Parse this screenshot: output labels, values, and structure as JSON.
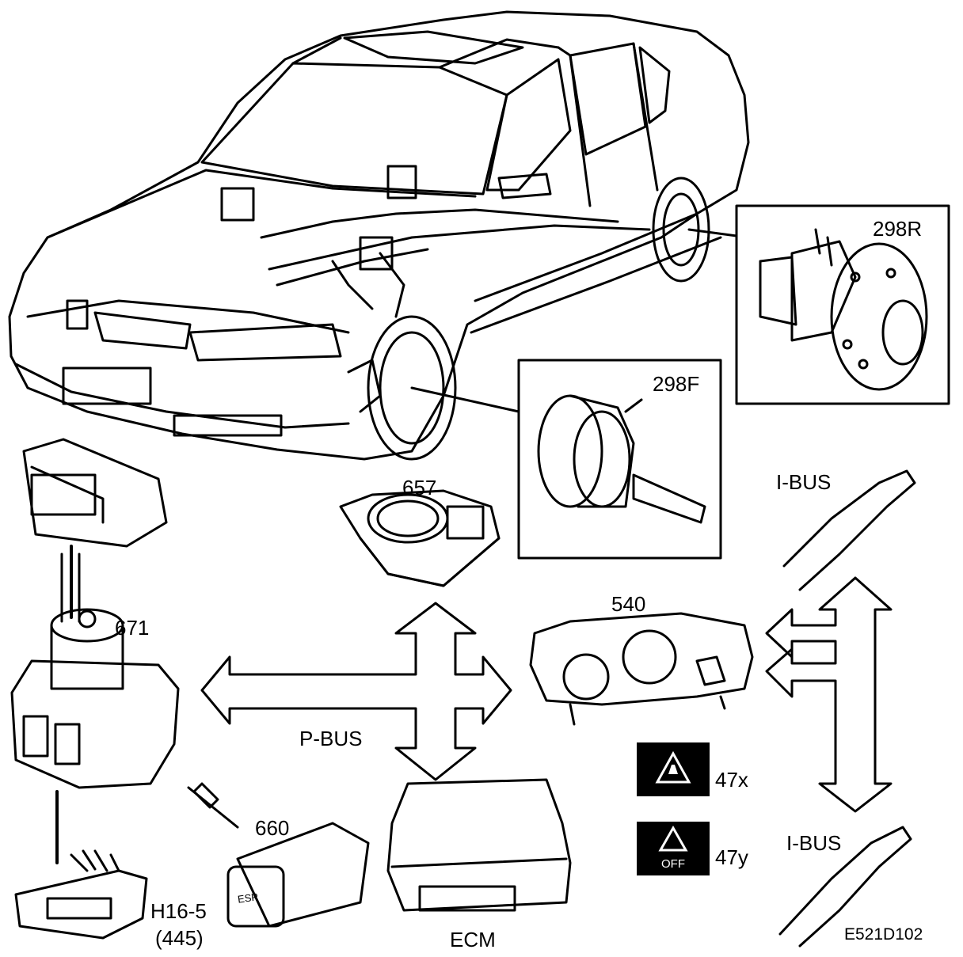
{
  "diagram": {
    "components": {
      "wheel_sensor_rear": "298R",
      "wheel_sensor_front": "298F",
      "steering_angle_sensor": "657",
      "instrument_cluster": "540",
      "control_module": "671",
      "esp_switch": "660",
      "diagnostic_connector": "H16-5",
      "diagnostic_connector_ref": "(445)",
      "engine_control_module": "ECM"
    },
    "buses": {
      "p_bus": "P-BUS",
      "i_bus_top": "I-BUS",
      "i_bus_bottom": "I-BUS"
    },
    "warning_lamps": {
      "lamp_x": "47x",
      "lamp_y": "47y",
      "lamp_y_text": "OFF"
    },
    "switch_text": "ESP",
    "figure_code": "E521D102"
  }
}
